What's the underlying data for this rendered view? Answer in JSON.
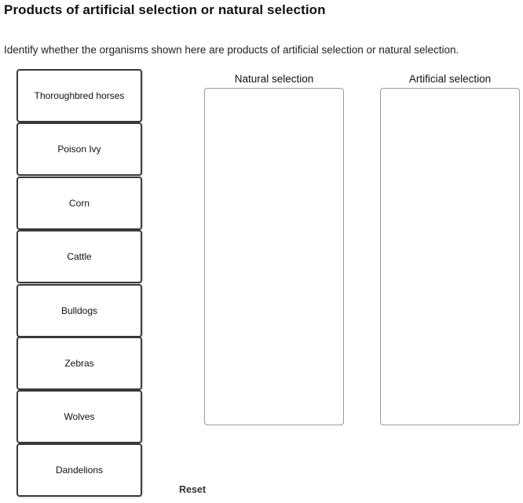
{
  "page": {
    "title": "Products of artificial selection or natural selection",
    "instructions": "Identify whether the organisms shown here are products of artificial selection or natural selection."
  },
  "draggables": [
    {
      "label": "Thoroughbred horses"
    },
    {
      "label": "Poison Ivy"
    },
    {
      "label": "Corn"
    },
    {
      "label": "Cattle"
    },
    {
      "label": "Bulldogs"
    },
    {
      "label": "Zebras"
    },
    {
      "label": "Wolves"
    },
    {
      "label": "Dandelions"
    }
  ],
  "dropzones": {
    "natural": {
      "header": "Natural selection"
    },
    "artificial": {
      "header": "Artificial selection"
    }
  },
  "controls": {
    "reset_label": "Reset"
  }
}
